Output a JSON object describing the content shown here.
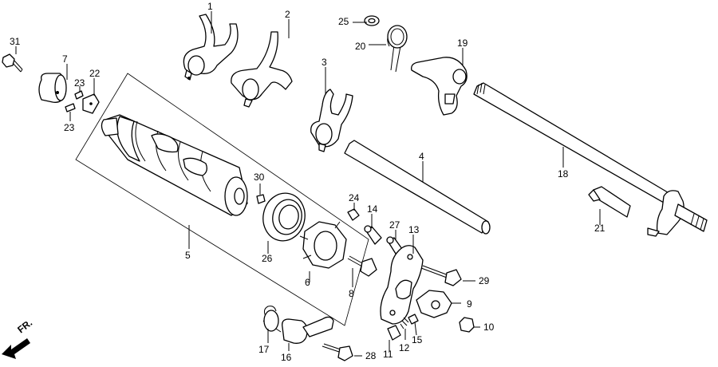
{
  "callouts": [
    {
      "id": "c1",
      "text": "1"
    },
    {
      "id": "c2",
      "text": "2"
    },
    {
      "id": "c3",
      "text": "3"
    },
    {
      "id": "c4",
      "text": "4"
    },
    {
      "id": "c5",
      "text": "5"
    },
    {
      "id": "c6",
      "text": "6"
    },
    {
      "id": "c7",
      "text": "7"
    },
    {
      "id": "c8",
      "text": "8"
    },
    {
      "id": "c9",
      "text": "9"
    },
    {
      "id": "c10",
      "text": "10"
    },
    {
      "id": "c11",
      "text": "11"
    },
    {
      "id": "c12",
      "text": "12"
    },
    {
      "id": "c13",
      "text": "13"
    },
    {
      "id": "c14",
      "text": "14"
    },
    {
      "id": "c15",
      "text": "15"
    },
    {
      "id": "c16",
      "text": "16"
    },
    {
      "id": "c17",
      "text": "17"
    },
    {
      "id": "c18",
      "text": "18"
    },
    {
      "id": "c19",
      "text": "19"
    },
    {
      "id": "c20",
      "text": "20"
    },
    {
      "id": "c21",
      "text": "21"
    },
    {
      "id": "c22",
      "text": "22"
    },
    {
      "id": "c23a",
      "text": "23"
    },
    {
      "id": "c23b",
      "text": "23"
    },
    {
      "id": "c24",
      "text": "24"
    },
    {
      "id": "c25",
      "text": "25"
    },
    {
      "id": "c26",
      "text": "26"
    },
    {
      "id": "c27",
      "text": "27"
    },
    {
      "id": "c28",
      "text": "28"
    },
    {
      "id": "c29",
      "text": "29"
    },
    {
      "id": "c30",
      "text": "30"
    },
    {
      "id": "c31",
      "text": "31"
    }
  ],
  "direction_label": "FR."
}
